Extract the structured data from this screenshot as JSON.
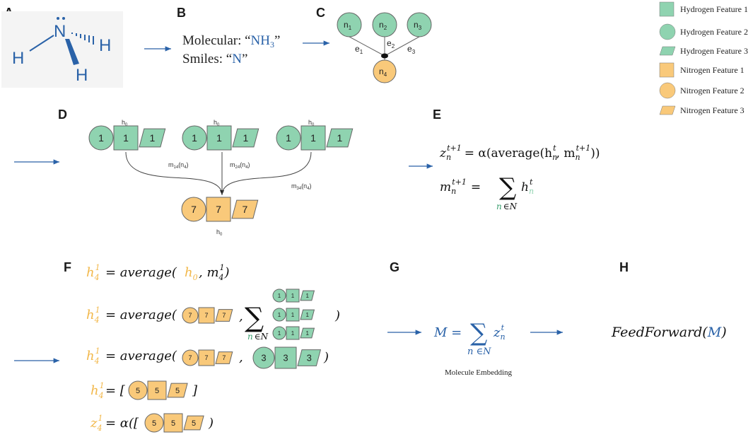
{
  "panels": {
    "a": "A",
    "b": "B",
    "c": "C",
    "d": "D",
    "e": "E",
    "f": "F",
    "g": "G",
    "h": "H"
  },
  "ammonia": {
    "n": "N",
    "h1": "H",
    "h2": "H",
    "h3": "H"
  },
  "molecule": {
    "molecular_label": "Molecular: “",
    "molecular_value": "NH",
    "molecular_sub": "3",
    "molecular_close": "”",
    "smiles_label": "Smiles: “",
    "smiles_value": "N",
    "smiles_close": "”"
  },
  "graph_c": {
    "n1": "n",
    "n1_sub": "1",
    "n2": "n",
    "n2_sub": "2",
    "n3": "n",
    "n3_sub": "3",
    "n4": "n",
    "n4_sub": "4",
    "e1": "e",
    "e1_sub": "1",
    "e2": "e",
    "e2_sub": "2",
    "e3": "e",
    "e3_sub": "3"
  },
  "legend": [
    {
      "label": "Hydrogen Feature 1",
      "shape": "square",
      "color": "#8fd3b0"
    },
    {
      "label": "Hydrogen Feature 2",
      "shape": "circle",
      "color": "#8fd3b0"
    },
    {
      "label": "Hydrogen Feature 3",
      "shape": "parallelogram",
      "color": "#8fd3b0"
    },
    {
      "label": "Nitrogen Feature 1",
      "shape": "square",
      "color": "#f9c97a"
    },
    {
      "label": "Nitrogen Feature 2",
      "shape": "circle",
      "color": "#f9c97a"
    },
    {
      "label": "Nitrogen Feature 3",
      "shape": "parallelogram",
      "color": "#f9c97a"
    }
  ],
  "panel_d": {
    "h0": "h",
    "h0_sub": "0",
    "hydrogen_value": "1",
    "nitrogen_value": "7",
    "m14": "m",
    "m14_sub": "14",
    "m14_arg": "(n",
    "m14_arg_sub": "4",
    "m14_close": ")",
    "m24": "m",
    "m24_sub": "24",
    "m24_arg": "(n",
    "m24_arg_sub": "4",
    "m24_close": ")",
    "m34": "m",
    "m34_sub": "34",
    "m34_arg": "(n",
    "m34_arg_sub": "4",
    "m34_close": ")"
  },
  "panel_e": {
    "eq1": "z",
    "eq1_rest": "= α(average(h",
    "eq1_mid": ", m",
    "eq1_end": "))",
    "sup_t1": "t+1",
    "sup_t": "t",
    "sub_n": "n",
    "eq2": "m",
    "eq2_eq": "=",
    "eq2_sum": "∑",
    "eq2_h": "h",
    "sum_under": "n ∈N"
  },
  "panel_f": {
    "avg": "= average(",
    "sum": "∑",
    "sum_under": "n ∈N",
    "h": "h",
    "sub4": "4",
    "sup1": "1",
    "h0": "h",
    "h0_sub": "0",
    "m": ", m",
    "close": ")",
    "z": "z",
    "alpha": "= α([",
    "alpha_close": ")",
    "bracket_open": "= [",
    "bracket_close": "]",
    "v7": "7",
    "v1": "1",
    "v3": "3",
    "v5": "5"
  },
  "panel_g": {
    "eq": "M = ",
    "sum": "∑",
    "z": "z",
    "sub_n": "n",
    "sup_t": "t",
    "under": "n ∈N",
    "caption": "Molecule Embedding"
  },
  "panel_h": {
    "text": "FeedForward(",
    "m": "M",
    "close": ")"
  },
  "colors": {
    "hydrogen": "#8fd3b0",
    "nitrogen": "#f9c97a",
    "blue": "#2a62a8",
    "stroke": "#555555"
  }
}
